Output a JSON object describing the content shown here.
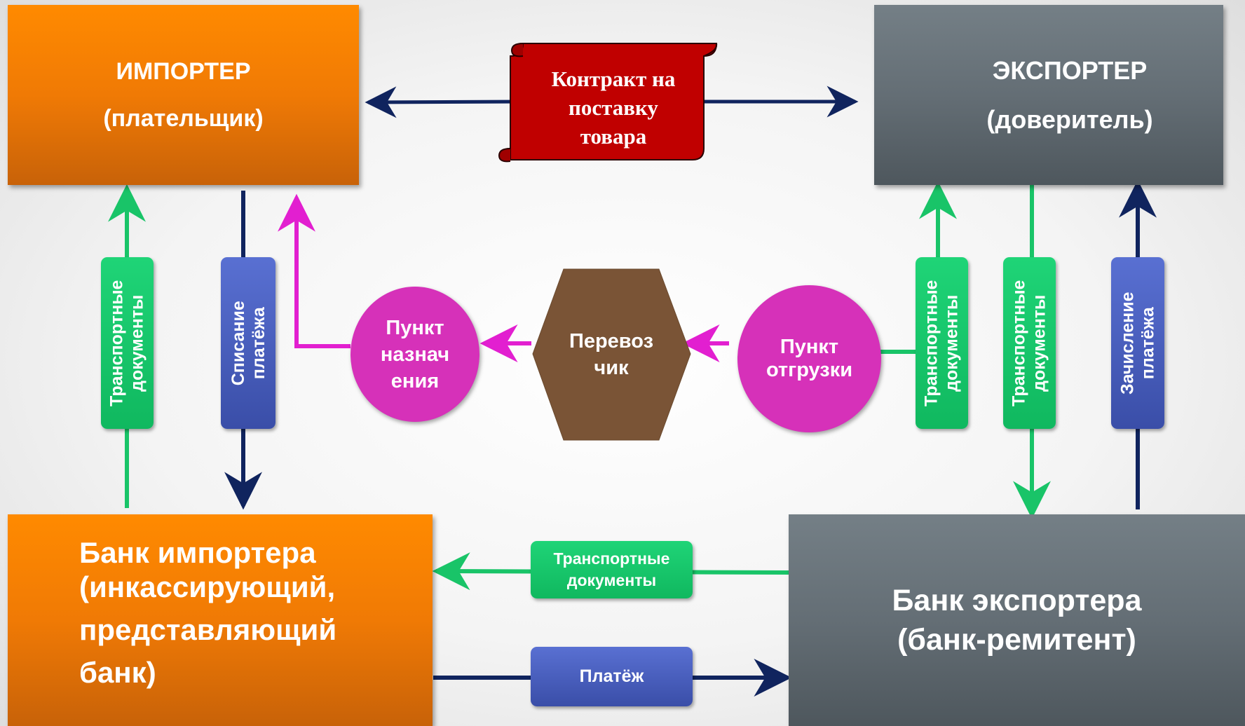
{
  "contract": {
    "line1": "Контракт на",
    "line2": "поставку",
    "line3": "товара"
  },
  "importer": {
    "title": "ИМПОРТЕР",
    "role": "(плательщик)"
  },
  "exporter": {
    "title": "ЭКСПОРТЕР",
    "role": "(доверитель)"
  },
  "importer_bank": {
    "line1": "Банк импортера",
    "line2": "(инкассирующий,",
    "line3": "представляющий",
    "line4": "банк)"
  },
  "exporter_bank": {
    "line1": "Банк экспортера",
    "line2": "(банк-ремитент)"
  },
  "left_docs": {
    "line1": "Транспортные",
    "line2": "документы"
  },
  "left_debit": {
    "line1": "Списание",
    "line2": "платёжа"
  },
  "right_docs_1": {
    "line1": "Транспортные",
    "line2": "документы"
  },
  "right_docs_2": {
    "line1": "Транспортные",
    "line2": "документы"
  },
  "right_credit": {
    "line1": "Зачисление",
    "line2": "платёжа"
  },
  "destination": {
    "line1": "Пункт",
    "line2": "назнач",
    "line3": "ения"
  },
  "carrier": {
    "line1": "Перевоз",
    "line2": "чик"
  },
  "shipment": {
    "line1": "Пункт",
    "line2": "отгрузки"
  },
  "bottom_docs": {
    "line1": "Транспортные",
    "line2": "документы"
  },
  "payment": {
    "label": "Платёж"
  },
  "colors": {
    "navy": "#10245e",
    "green": "#19c468",
    "magenta": "#e21fd0",
    "orange": "#f07a05",
    "grey": "#646e75",
    "scroll_red": "#c00000",
    "circle": "#d631b9",
    "carrier": "#7a5436"
  }
}
